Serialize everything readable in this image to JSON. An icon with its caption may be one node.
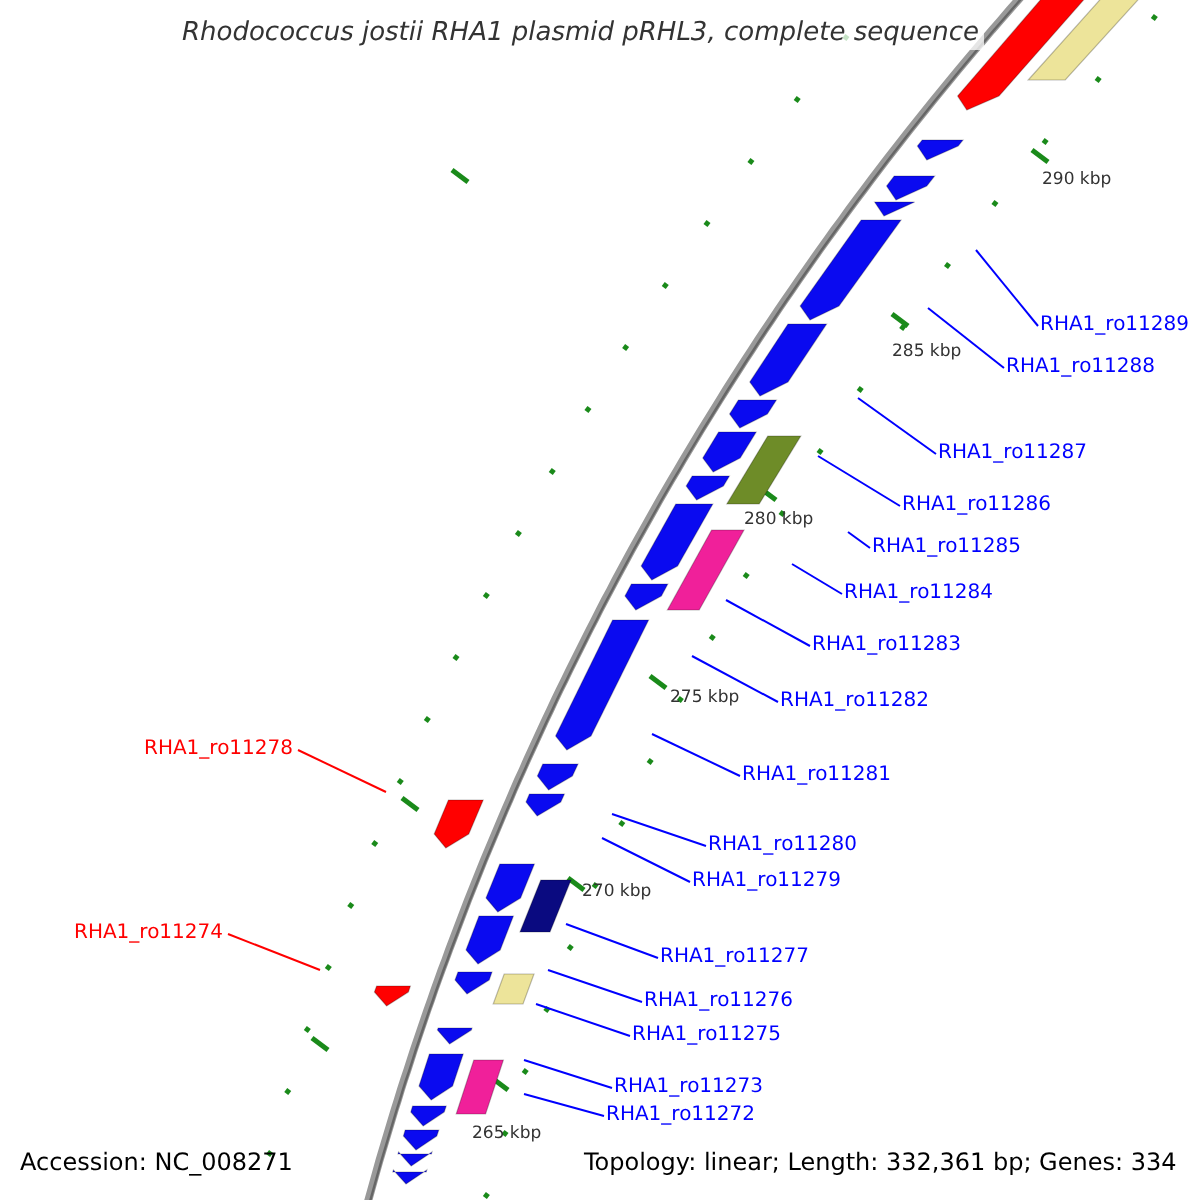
{
  "diagram": {
    "title": "Rhodococcus jostii RHA1 plasmid pRHL3, complete sequence",
    "nodes": [
      {
        "text": [
          "RHA1_ro11289"
        ]
      },
      {
        "text": [
          "RHA1_ro11288"
        ]
      },
      {
        "text": [
          "RHA1_ro11287"
        ]
      },
      {
        "text": [
          "RHA1_ro11286"
        ]
      },
      {
        "text": [
          "RHA1_ro11285"
        ]
      },
      {
        "text": [
          "RHA1_ro11284"
        ]
      },
      {
        "text": [
          "RHA1_ro11283"
        ]
      },
      {
        "text": [
          "RHA1_ro11282"
        ]
      },
      {
        "text": [
          "RHA1_ro11278"
        ]
      },
      {
        "text": [
          "RHA1_ro11281"
        ]
      },
      {
        "text": [
          "RHA1_ro11280"
        ]
      },
      {
        "text": [
          "RHA1_ro11279"
        ]
      },
      {
        "text": [
          "RHA1_ro11274"
        ]
      },
      {
        "text": [
          "RHA1_ro11277"
        ]
      },
      {
        "text": [
          "RHA1_ro11276"
        ]
      },
      {
        "text": [
          "RHA1_ro11275"
        ]
      },
      {
        "text": [
          "RHA1_ro11273"
        ]
      },
      {
        "text": [
          "RHA1_ro11272"
        ]
      }
    ],
    "edges": [
      {
        "from": 0,
        "to": null,
        "arrow": "none"
      },
      {
        "from": 1,
        "to": null,
        "arrow": "none"
      },
      {
        "from": 2,
        "to": null,
        "arrow": "none"
      },
      {
        "from": 3,
        "to": null,
        "arrow": "none"
      },
      {
        "from": 4,
        "to": null,
        "arrow": "none"
      },
      {
        "from": 5,
        "to": null,
        "arrow": "none"
      },
      {
        "from": 6,
        "to": null,
        "arrow": "none"
      },
      {
        "from": 7,
        "to": null,
        "arrow": "none"
      },
      {
        "from": 8,
        "to": null,
        "arrow": "none",
        "color": "#ff0000"
      },
      {
        "from": 9,
        "to": null,
        "arrow": "none"
      },
      {
        "from": 10,
        "to": null,
        "arrow": "none"
      },
      {
        "from": 11,
        "to": null,
        "arrow": "none"
      },
      {
        "from": 12,
        "to": null,
        "arrow": "none",
        "color": "#ff0000"
      },
      {
        "from": 13,
        "to": null,
        "arrow": "none"
      },
      {
        "from": 14,
        "to": null,
        "arrow": "none"
      },
      {
        "from": 15,
        "to": null,
        "arrow": "none"
      },
      {
        "from": 16,
        "to": null,
        "arrow": "none"
      },
      {
        "from": 17,
        "to": null,
        "arrow": "none"
      }
    ],
    "labels": [
      "290 kbp",
      "285 kbp",
      "280 kbp",
      "275 kbp",
      "270 kbp",
      "265 kbp",
      "Accession: NC_008271",
      "Topology: linear; Length: 332,361 bp; Genes: 334"
    ]
  }
}
